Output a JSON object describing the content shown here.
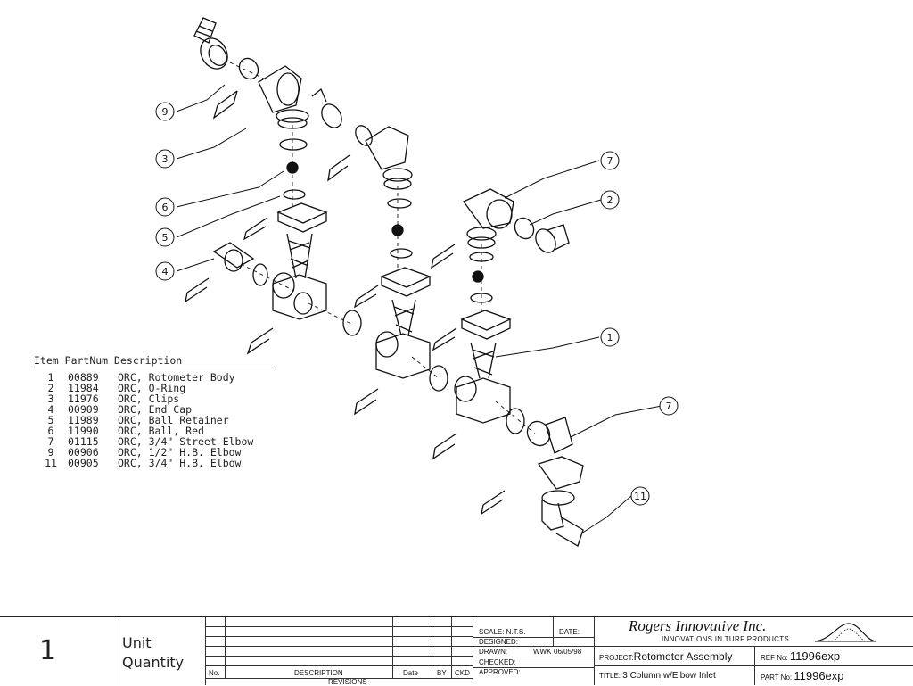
{
  "callouts": [
    "9",
    "3",
    "6",
    "5",
    "4",
    "7",
    "2",
    "1",
    "7",
    "11"
  ],
  "parts_list": {
    "header": {
      "item": "Item",
      "partnum": "PartNum",
      "description": "Description"
    },
    "rows": [
      {
        "item": "1",
        "partnum": "00889",
        "description": "ORC, Rotometer Body"
      },
      {
        "item": "2",
        "partnum": "11984",
        "description": "ORC, O-Ring"
      },
      {
        "item": "3",
        "partnum": "11976",
        "description": "ORC, Clips"
      },
      {
        "item": "4",
        "partnum": "00909",
        "description": "ORC, End Cap"
      },
      {
        "item": "5",
        "partnum": "11989",
        "description": "ORC, Ball Retainer"
      },
      {
        "item": "6",
        "partnum": "11990",
        "description": "ORC, Ball, Red"
      },
      {
        "item": "7",
        "partnum": "01115",
        "description": "ORC, 3/4\" Street Elbow"
      },
      {
        "item": "9",
        "partnum": "00906",
        "description": "ORC, 1/2\" H.B. Elbow"
      },
      {
        "item": "11",
        "partnum": "00905",
        "description": "ORC, 3/4\" H.B. Elbow"
      }
    ]
  },
  "title_block": {
    "quantity_number": "1",
    "quantity_label_1": "Unit",
    "quantity_label_2": "Quantity",
    "rev_no": "No.",
    "rev_description": "DESCRIPTION",
    "rev_date": "Date",
    "rev_by": "BY",
    "rev_ckd": "CKD",
    "revisions": "REVISIONS",
    "scale": "SCALE: N.T.S.",
    "date_label": "DATE:",
    "designed": "DESIGNED:",
    "drawn": "DRAWN:",
    "drawn_by": "WWK",
    "drawn_date": "06/05/98",
    "checked": "CHECKED:",
    "approved": "APPROVED:",
    "company": "Rogers Innovative Inc.",
    "tagline": "INNOVATIONS IN TURF PRODUCTS",
    "project_label": "PROJECT:",
    "project": "Rotometer Assembly",
    "title_label": "TITLE:",
    "title": "3 Column,w/Elbow Inlet",
    "ref_label": "REF No:",
    "ref": "11996exp",
    "part_label": "PART No:",
    "part": "11996exp"
  }
}
